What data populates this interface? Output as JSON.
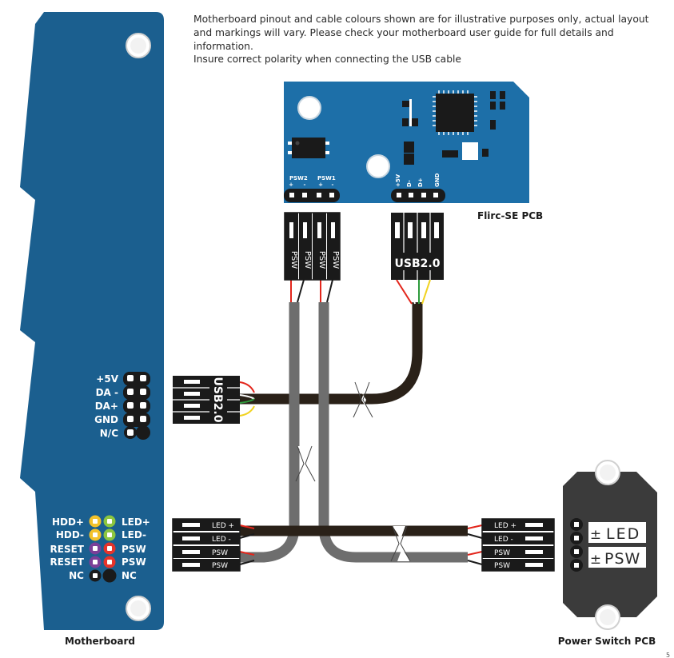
{
  "notes": {
    "disclaimer": "Motherboard pinout and cable colours shown are for illustrative purposes only, actual layout and markings will vary. Please check your motherboard user guide for full details and information.",
    "polarity": "Insure correct polarity when connecting the USB cable"
  },
  "motherboard": {
    "caption": "Motherboard",
    "usb_pins": [
      "+5V",
      "DA -",
      "DA+",
      "GND",
      "N/C"
    ],
    "front_left": [
      "HDD+",
      "HDD-",
      "RESET",
      "RESET",
      "NC"
    ],
    "front_right": [
      "LED+",
      "LED-",
      "PSW",
      "PSW",
      "NC"
    ]
  },
  "flirc_pcb": {
    "caption": "Flirc-SE PCB",
    "psw2": "PSW2",
    "psw1": "PSW1",
    "plus": "+",
    "minus": "-",
    "usb_pins": [
      "+5V",
      "D-",
      "D+",
      "GND"
    ]
  },
  "connectors": {
    "usb_label": "USB2.0",
    "psw_label": "PSW",
    "mb_front_labels": [
      "LED +",
      "LED -",
      "PSW",
      "PSW"
    ],
    "power_pcb_labels": [
      "LED +",
      "LED -",
      "PSW",
      "PSW"
    ]
  },
  "power_switch_pcb": {
    "caption": "Power Switch PCB",
    "led_label": "LED",
    "psw_label": "PSW",
    "plus_minus": "±"
  },
  "page_number": "5",
  "colors": {
    "board_blue": "#1d6fa8",
    "motherboard_blue": "#1b5f8f",
    "cable_dark": "#2a2118",
    "cable_gray": "#6e6e6e",
    "wire_red": "#e3261c",
    "wire_green": "#2e9b3c",
    "wire_yellow": "#f1d321",
    "wire_white": "#ffffff",
    "pin_yellow": "#f3c22b",
    "pin_green": "#8cc63f",
    "pin_purple": "#7b3f98",
    "pin_red": "#e6332a",
    "pcb_dark": "#3b3b3b"
  }
}
